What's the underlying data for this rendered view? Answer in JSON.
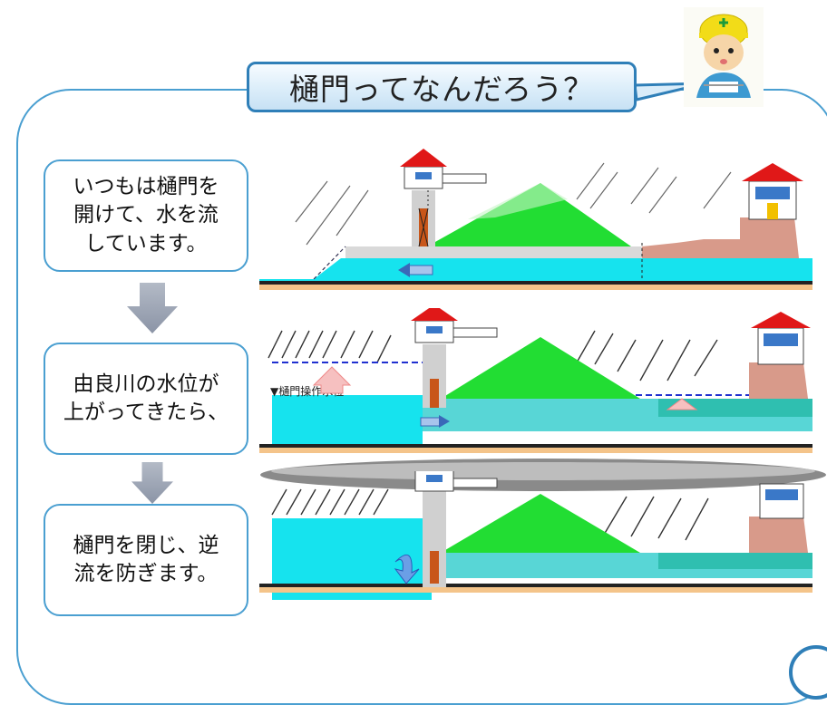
{
  "title": "樋門ってなんだろう？",
  "steps": [
    "いつもは樋門を\n開けて、水を流\nしています。",
    "由良川の水位が\n上がってきたら、",
    "樋門を閉じ、逆\n流を防ぎます。"
  ],
  "panel2_label": "▼樋門操作水位",
  "colors": {
    "frame": "#4a9fd1",
    "water": "#16e3ee",
    "levee": "#22dd33",
    "house_roof": "#e01818",
    "ground": "#d89a8a"
  }
}
